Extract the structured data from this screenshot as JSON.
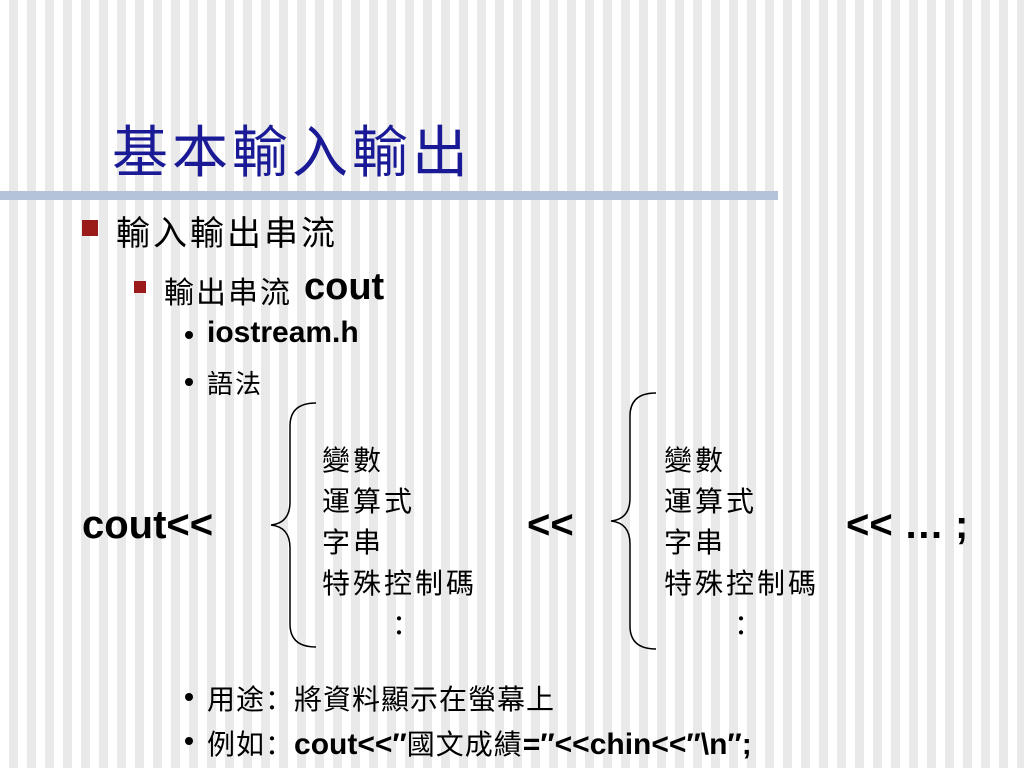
{
  "slide": {
    "title": "基本輸入輸出",
    "level1": "輸入輸出串流",
    "level2_text": "輸出串流",
    "level2_code": "cout",
    "bullets": {
      "header": "iostream.h",
      "syntax_label": "語法",
      "usage": "用途：將資料顯示在螢幕上",
      "example_label": "例如：",
      "example_code_a": "cout<<″",
      "example_zh": "國文成績",
      "example_code_b": "=″<<chin<<″\\n″;"
    },
    "syntax": {
      "start": "cout<<",
      "middle": "<<",
      "end": "<< … ;",
      "options_left": [
        "變數",
        "運算式",
        "字串",
        "特殊控制碼",
        "："
      ],
      "options_right": [
        "變數",
        "運算式",
        "字串",
        "特殊控制碼",
        "："
      ]
    }
  }
}
